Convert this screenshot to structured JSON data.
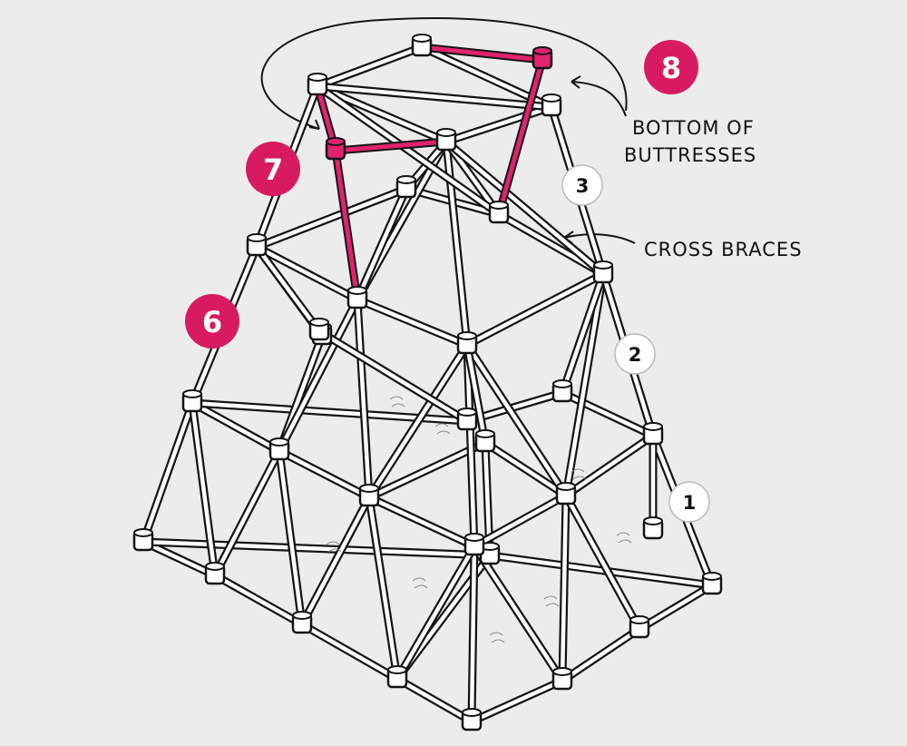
{
  "badges": {
    "pink": [
      {
        "id": "badge-6",
        "label": "6",
        "color": "#d81b60"
      },
      {
        "id": "badge-7",
        "label": "7",
        "color": "#d81b60"
      },
      {
        "id": "badge-8",
        "label": "8",
        "color": "#d81b60"
      }
    ],
    "white": [
      {
        "id": "badge-1",
        "label": "1"
      },
      {
        "id": "badge-2",
        "label": "2"
      },
      {
        "id": "badge-3",
        "label": "3"
      }
    ]
  },
  "annotations": {
    "buttresses_line1": "BOTTOM OF",
    "buttresses_line2": "BUTTRESSES",
    "cross_braces": "CROSS BRACES"
  },
  "colors": {
    "highlight": "#e0236a",
    "ink": "#141414",
    "background": "#ececec"
  }
}
